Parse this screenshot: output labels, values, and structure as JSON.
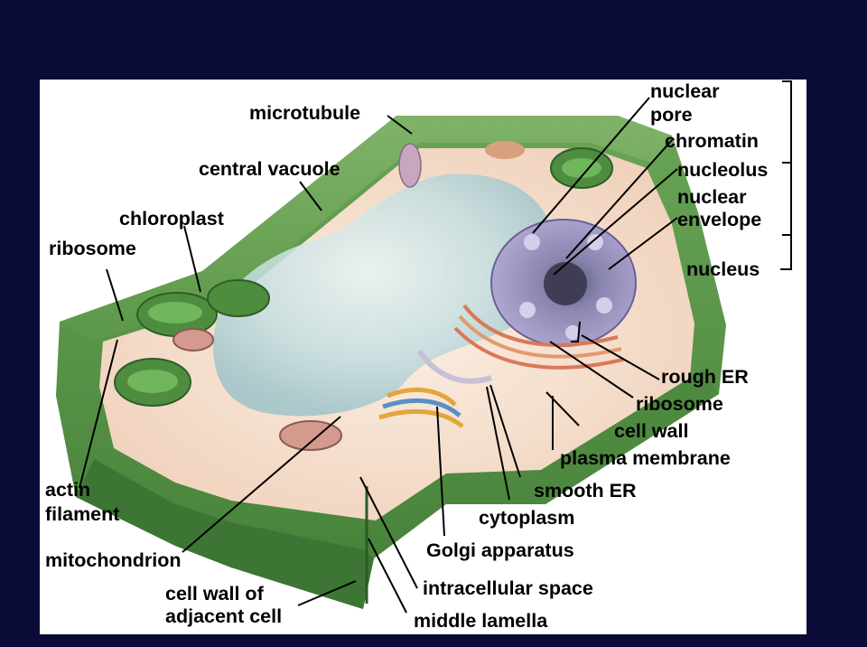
{
  "slide": {
    "title": "Plant cell anatomy"
  },
  "labels": {
    "microtubule": "microtubule",
    "central_vacuole": "central vacuole",
    "chloroplast": "chloroplast",
    "ribosome_left": "ribosome",
    "actin_filament_1": "actin",
    "actin_filament_2": "filament",
    "mitochondrion": "mitochondrion",
    "cell_wall_adjacent_1": "cell wall of",
    "cell_wall_adjacent_2": "adjacent cell",
    "nuclear_pore_1": "nuclear",
    "nuclear_pore_2": "pore",
    "chromatin": "chromatin",
    "nucleolus": "nucleolus",
    "nuclear_envelope_1": "nuclear",
    "nuclear_envelope_2": "envelope",
    "nucleus": "nucleus",
    "rough_er": "rough ER",
    "ribosome_right": "ribosome",
    "cell_wall": "cell wall",
    "plasma_membrane": "plasma membrane",
    "smooth_er": "smooth ER",
    "cytoplasm": "cytoplasm",
    "golgi_apparatus": "Golgi apparatus",
    "intracellular_space": "intracellular space",
    "middle_lamella": "middle lamella"
  },
  "colors": {
    "background": "#0a0b36",
    "cell_wall_green": "#5f9a4c",
    "cell_wall_dark": "#3f7a36",
    "cytoplasm": "#f6e2d0",
    "vacuole": "#bcd8dc",
    "nucleus": "#8e86b8",
    "leader_line": "#000000"
  }
}
